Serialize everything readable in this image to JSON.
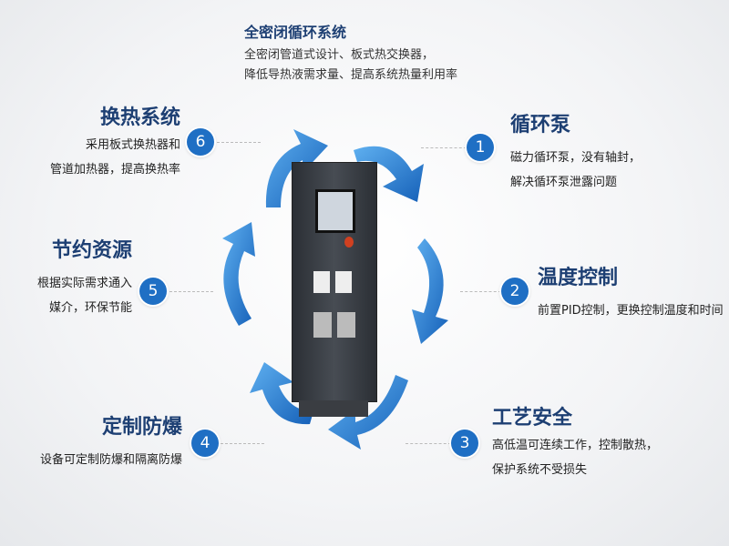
{
  "header": {
    "title": "全密闭循环系统",
    "lines": [
      "全密闭管道式设计、板式热交换器，",
      "降低导热液需求量、提高系统热量利用率"
    ]
  },
  "features": [
    {
      "number": "1",
      "title": "循环泵",
      "lines": [
        "磁力循环泵，没有轴封，",
        "解决循环泵泄露问题"
      ]
    },
    {
      "number": "2",
      "title": "温度控制",
      "lines": [
        "前置PID控制，更换控制温度和时间"
      ]
    },
    {
      "number": "3",
      "title": "工艺安全",
      "lines": [
        "高低温可连续工作，控制散热，",
        "保护系统不受损失"
      ]
    },
    {
      "number": "4",
      "title": "定制防爆",
      "lines": [
        "设备可定制防爆和隔离防爆"
      ]
    },
    {
      "number": "5",
      "title": "节约资源",
      "lines": [
        "根据实际需求通入",
        "媒介，环保节能"
      ]
    },
    {
      "number": "6",
      "title": "换热系统",
      "lines": [
        "采用板式换热器和",
        "管道加热器，提高换热率"
      ]
    }
  ],
  "colors": {
    "accent": "#1f6fc4",
    "title": "#1d3f73"
  }
}
